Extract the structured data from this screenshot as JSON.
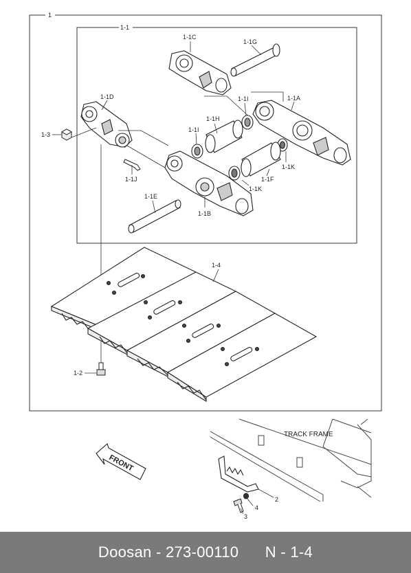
{
  "labels": {
    "outer": "1",
    "inner": "1-1",
    "c": "1-1C",
    "g": "1-1G",
    "d": "1-1D",
    "i_top": "1-1I",
    "a": "1-1A",
    "h": "1-1H",
    "i_left": "1-1I",
    "k_right": "1-1K",
    "three": "1-3",
    "j": "1-1J",
    "k_mid": "1-1K",
    "f": "1-1F",
    "e": "1-1E",
    "b": "1-1B",
    "four": "1-4",
    "two": "1-2"
  },
  "inset": {
    "track_frame": "TRACK FRAME",
    "front": "FRONT",
    "n2": "2",
    "n3": "3",
    "n4": "4"
  },
  "footer": {
    "brand": "Doosan",
    "part": "273-00110",
    "ref": "N - 1-4"
  }
}
